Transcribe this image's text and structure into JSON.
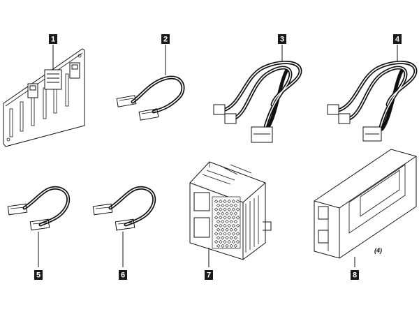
{
  "callouts": [
    {
      "id": "1",
      "label": "1"
    },
    {
      "id": "2",
      "label": "2"
    },
    {
      "id": "3",
      "label": "3"
    },
    {
      "id": "4",
      "label": "4"
    },
    {
      "id": "5",
      "label": "5"
    },
    {
      "id": "6",
      "label": "6"
    },
    {
      "id": "7",
      "label": "7"
    },
    {
      "id": "8",
      "label": "8"
    }
  ],
  "quantity_note": "(4)"
}
